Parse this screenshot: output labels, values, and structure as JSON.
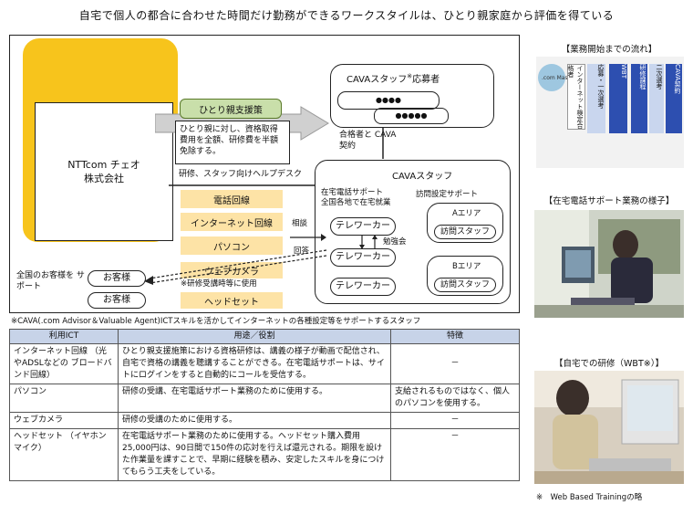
{
  "title": "自宅で個人の都合に合わせた時間だけ勤務ができるワークスタイルは、ひとり親家庭から評価を得ている",
  "diagram": {
    "ntt_name": "NTTcom チェオ",
    "ntt_sub": "株式会社",
    "support_policy": "ひとり親支援策",
    "support_desc": "ひとり親に対し、資格取得費用を全額、研修費を半額免除する。",
    "applicants": "CAVAスタッフ",
    "applicants_mark": "※",
    "applicants_suffix": "応募者",
    "dots": "●●●●",
    "dots2": "●●●●●",
    "passed_contract": "合格者と CAVA契約",
    "training_helpdesk": "研修、スタッフ向けヘルプデスク",
    "cava_staff": "CAVAスタッフ",
    "home_support": "在宅電話サポート",
    "nationwide": "全国各地で在宅就業",
    "visit_support": "訪問設定サポート",
    "teleworker": "テレワーカー",
    "study_group": "勉強会",
    "area_a": "Aエリア",
    "area_b": "Bエリア",
    "visit_staff": "訪問スタッフ",
    "ict_items": [
      "電話回線",
      "インターネット回線",
      "パソコン",
      "ウェブカメラ",
      "ヘッドセット"
    ],
    "ict_note": "※研修受講時等に使用",
    "consult": "相談",
    "answer": "回答",
    "customer_support_label": "全国のお客様を サポート",
    "customer": "お客様",
    "footnote": "※CAVA(.com Advisor＆Valuable Agent)ICTスキルを活かしてインターネットの各種設定等をサポートするスタッフ"
  },
  "table": {
    "headers": [
      "利用ICT",
      "用途／役割",
      "特徴"
    ],
    "rows": [
      {
        "ict": "インターネット回線 （光やADSLなどの ブロードバンド回線）",
        "use": "ひとり親支援施策における資格研修は、講義の様子が動画で配信され、自宅で資格の講義を聴講することができる。在宅電話サポートは、サイトにログインをすると自動的にコールを受信する。",
        "feature": "－"
      },
      {
        "ict": "パソコン",
        "use": "研修の受講、在宅電話サポート業務のために使用する。",
        "feature": "支給されるものではなく、個人のパソコンを使用する。"
      },
      {
        "ict": "ウェブカメラ",
        "use": "研修の受講のために使用する。",
        "feature": "－"
      },
      {
        "ict": "ヘッドセット （イヤホンマイク）",
        "use": "在宅電話サポート業務のために使用する。ヘッドセット購入費用25,000円は、90日間で150件の応対を行えば還元される。期限を設けた作業量を課すことで、早期に経験を積み、安定したスキルを身につけてもらう工夫をしている。",
        "feature": "－"
      }
    ]
  },
  "side": {
    "flow_title": "【業務開始までの流れ】",
    "flow_logo": ".com Master",
    "flow_steps": [
      "インターネット検定合格者",
      "応募・一次選考",
      "WBT",
      "研修課程",
      "二次選考",
      "CAVA契約"
    ],
    "photo1_title": "【在宅電話サポート業務の様子】",
    "photo2_title": "【自宅での研修（WBT※）】",
    "wbt_note": "※　Web Based Trainingの略"
  }
}
